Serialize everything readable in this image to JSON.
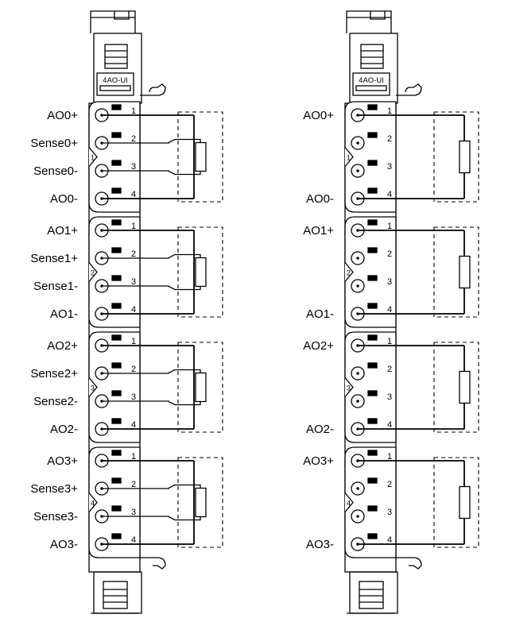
{
  "module_label": "4AO-UI",
  "diagrams": [
    {
      "id": "four-wire",
      "channels": [
        {
          "group": "1",
          "labels": [
            "AO0+",
            "Sense0+",
            "Sense0-",
            "AO0-"
          ]
        },
        {
          "group": "2",
          "labels": [
            "AO1+",
            "Sense1+",
            "Sense1-",
            "AO1-"
          ]
        },
        {
          "group": "3",
          "labels": [
            "AO2+",
            "Sense2+",
            "Sense2-",
            "AO2-"
          ]
        },
        {
          "group": "4",
          "labels": [
            "AO3+",
            "Sense3+",
            "Sense3-",
            "AO3-"
          ]
        }
      ]
    },
    {
      "id": "two-wire",
      "channels": [
        {
          "group": "1",
          "labels": [
            "AO0+",
            "",
            "",
            "AO0-"
          ]
        },
        {
          "group": "2",
          "labels": [
            "AO1+",
            "",
            "",
            "AO1-"
          ]
        },
        {
          "group": "3",
          "labels": [
            "AO2+",
            "",
            "",
            "AO2-"
          ]
        },
        {
          "group": "4",
          "labels": [
            "AO3+",
            "",
            "",
            "AO3-"
          ]
        }
      ]
    }
  ],
  "terminal_numbers": [
    "1",
    "2",
    "3",
    "4"
  ],
  "colors": {
    "line": "#000000",
    "fill": "#ffffff",
    "chamfer": "#cfcfcf"
  }
}
